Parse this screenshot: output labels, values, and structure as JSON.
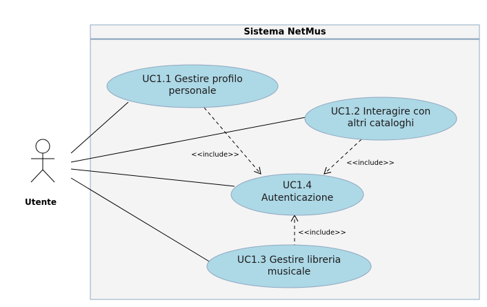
{
  "system": {
    "title": "Sistema NetMus"
  },
  "actor": {
    "name": "Utente"
  },
  "use_cases": [
    {
      "id": "uc11",
      "lines": [
        "UC1.1 Gestire profilo",
        "personale"
      ]
    },
    {
      "id": "uc12",
      "lines": [
        "UC1.2 Interagire con",
        "altri cataloghi"
      ]
    },
    {
      "id": "uc14",
      "lines": [
        "UC1.4",
        "Autenticazione"
      ]
    },
    {
      "id": "uc13",
      "lines": [
        "UC1.3 Gestire libreria",
        "musicale"
      ]
    }
  ],
  "relations": [
    {
      "label": "<<include>>"
    },
    {
      "label": "<<include>>"
    },
    {
      "label": "<<include>>"
    }
  ],
  "colors": {
    "usecase_fill": "#add8e6",
    "usecase_stroke": "#8fa8c0",
    "boundary_fill": "#f4f4f4",
    "boundary_stroke": "#8fa8c0"
  }
}
